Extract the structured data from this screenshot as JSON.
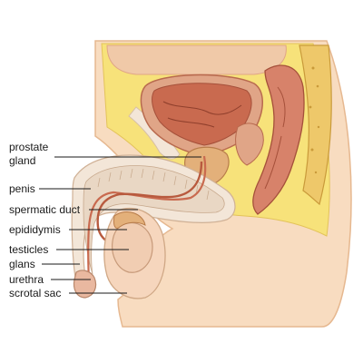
{
  "diagram": {
    "labels": {
      "prostate": [
        "prostate",
        "gland"
      ],
      "penis": "penis",
      "spermatic_duct": "spermatic duct",
      "epididymis": "epididymis",
      "testicles": "testicles",
      "glans": "glans",
      "urethra": "urethra",
      "scrotal_sac": "scrotal sac"
    },
    "colors": {
      "skin": "#f8dcc0",
      "skin_edge": "#e6b890",
      "fat": "#f7e27a",
      "bladder_wall": "#e0a587",
      "bladder_lining": "#c96a4f",
      "rectum": "#d7826a",
      "bone": "#eec86a",
      "tissue_pale": "#f3e6d8",
      "shaft": "#e9d7c4",
      "duct": "#b85a3e",
      "line": "#1a1a1a"
    }
  }
}
